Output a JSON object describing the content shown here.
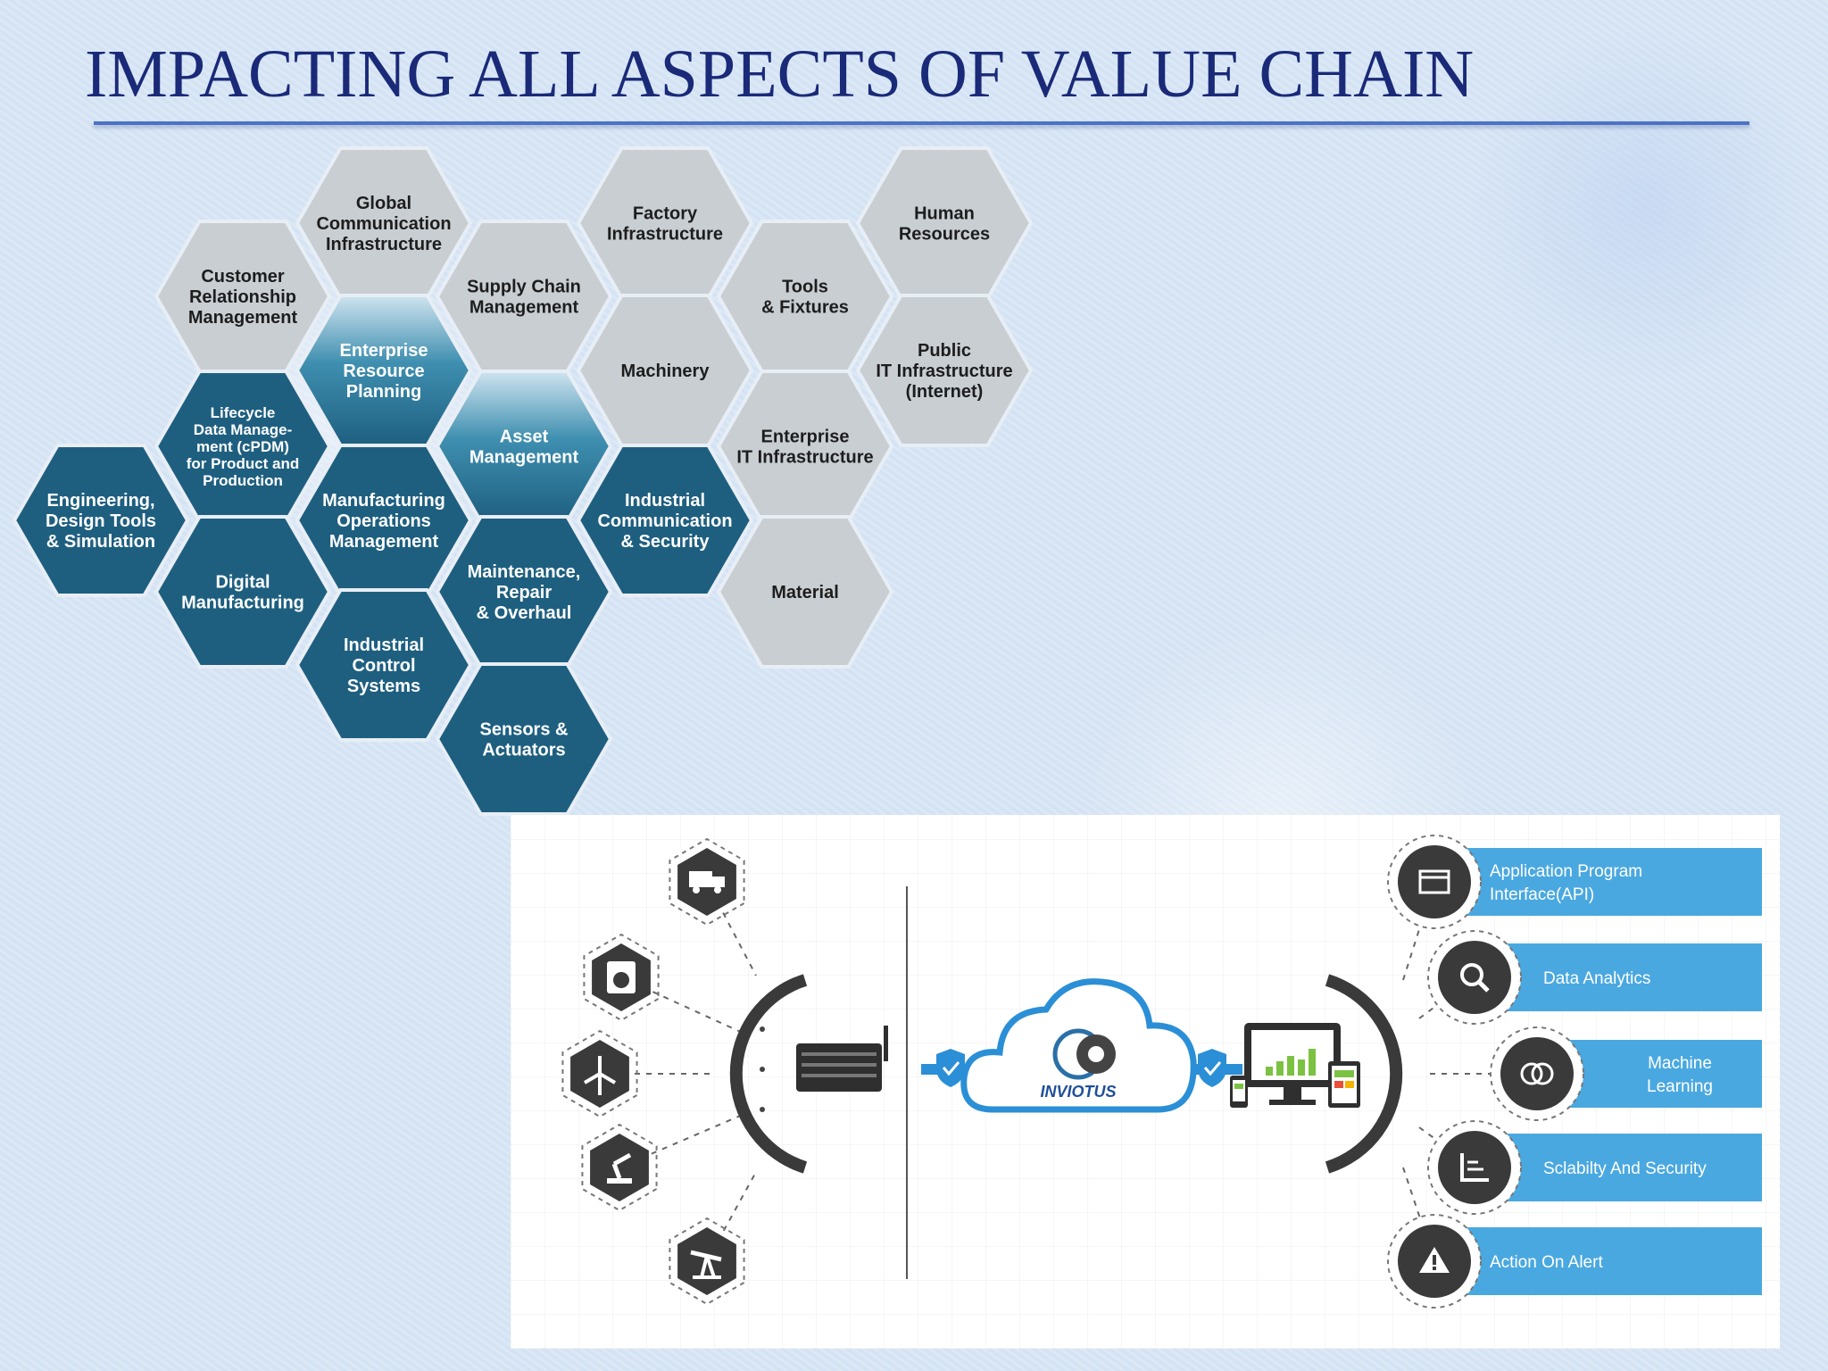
{
  "slide": {
    "title": "IMPACTING ALL ASPECTS OF VALUE CHAIN"
  },
  "hexagons": {
    "grey": [
      {
        "id": "global-communication",
        "lines": [
          "Global",
          "Communication",
          "Infrastructure"
        ]
      },
      {
        "id": "factory-infrastructure",
        "lines": [
          "Factory",
          "Infrastructure"
        ]
      },
      {
        "id": "human-resources",
        "lines": [
          "Human",
          "Resources"
        ]
      },
      {
        "id": "customer-relationship",
        "lines": [
          "Customer",
          "Relationship",
          "Management"
        ]
      },
      {
        "id": "supply-chain",
        "lines": [
          "Supply Chain",
          "Management"
        ]
      },
      {
        "id": "tools-fixtures",
        "lines": [
          "Tools",
          "& Fixtures"
        ]
      },
      {
        "id": "machinery",
        "lines": [
          "Machinery"
        ]
      },
      {
        "id": "public-it",
        "lines": [
          "Public",
          "IT Infrastructure",
          "(Internet)"
        ]
      },
      {
        "id": "enterprise-it",
        "lines": [
          "Enterprise",
          "IT Infrastructure"
        ]
      },
      {
        "id": "material",
        "lines": [
          "Material"
        ]
      }
    ],
    "blue": [
      {
        "id": "erp",
        "lines": [
          "Enterprise",
          "Resource",
          "Planning"
        ]
      },
      {
        "id": "lifecycle",
        "lines": [
          "Lifecycle",
          "Data Manage-",
          "ment (cPDM)",
          "for Product and",
          "Production"
        ]
      },
      {
        "id": "asset-management",
        "lines": [
          "Asset",
          "Management"
        ]
      },
      {
        "id": "engineering",
        "lines": [
          "Engineering,",
          "Design Tools",
          "& Simulation"
        ]
      },
      {
        "id": "mom",
        "lines": [
          "Manufacturing",
          "Operations",
          "Management"
        ]
      },
      {
        "id": "industrial-comm",
        "lines": [
          "Industrial",
          "Communication",
          "& Security"
        ]
      },
      {
        "id": "digital-manufacturing",
        "lines": [
          "Digital",
          "Manufacturing"
        ]
      },
      {
        "id": "mro",
        "lines": [
          "Maintenance,",
          "Repair",
          "& Overhaul"
        ]
      },
      {
        "id": "ics",
        "lines": [
          "Industrial",
          "Control",
          "Systems"
        ]
      },
      {
        "id": "sensors",
        "lines": [
          "Sensors &",
          "Actuators"
        ]
      }
    ]
  },
  "architecture": {
    "source_icons": [
      "truck-icon",
      "washing-machine-icon",
      "wind-turbine-icon",
      "robot-arm-icon",
      "oil-pump-icon"
    ],
    "cloud_label": "INVIOTUS",
    "features": [
      {
        "icon": "api-icon",
        "label": [
          "Application Program",
          "Interface(API)"
        ]
      },
      {
        "icon": "analytics-icon",
        "label": [
          "Data Analytics"
        ]
      },
      {
        "icon": "brain-icon",
        "label": [
          "Machine",
          "Learning"
        ]
      },
      {
        "icon": "growth-chart-icon",
        "label": [
          "Sclabilty And Security"
        ]
      },
      {
        "icon": "alert-icon",
        "label": [
          "Action On Alert"
        ]
      }
    ],
    "colors": {
      "feature_bar": "#4aa8e0",
      "cloud_outline": "#2a8fd6",
      "dark_icon": "#3a3a3a",
      "chart_green": "#7cc242"
    }
  },
  "colors": {
    "title": "#1a2a78",
    "rule": "#4b72c4",
    "hex_grey": "#c9ced3",
    "hex_blue": "#1e5f80",
    "hex_blue_light": "#3f8fb0"
  }
}
